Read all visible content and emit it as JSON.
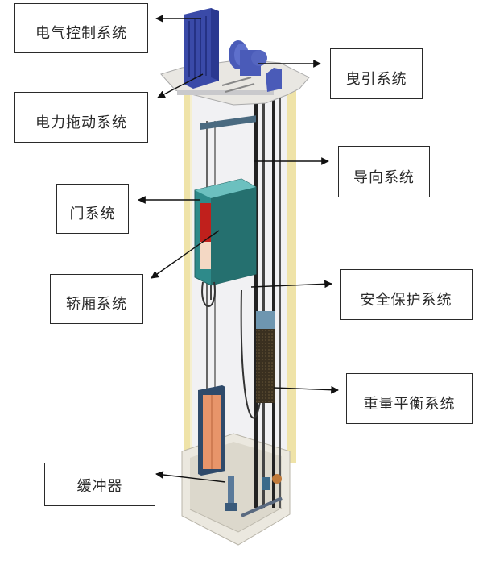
{
  "diagram": {
    "subject": "elevator system components",
    "labels": [
      {
        "id": "electrical-control",
        "text": "电气控制系统",
        "side": "left"
      },
      {
        "id": "power-drive",
        "text": "电力拖动系统",
        "side": "left"
      },
      {
        "id": "door",
        "text": "门系统",
        "side": "left"
      },
      {
        "id": "car",
        "text": "轿厢系统",
        "side": "left"
      },
      {
        "id": "buffer",
        "text": "缓冲器",
        "side": "left"
      },
      {
        "id": "traction",
        "text": "曳引系统",
        "side": "right"
      },
      {
        "id": "guide",
        "text": "导向系统",
        "side": "right"
      },
      {
        "id": "safety",
        "text": "安全保护系统",
        "side": "right"
      },
      {
        "id": "counterweight",
        "text": "重量平衡系统",
        "side": "right"
      }
    ],
    "colors": {
      "control_cabinet": "#3a4aa8",
      "machine": "#4a5bb8",
      "car_body": "#2e8a8a",
      "car_door_red": "#c0201c",
      "counterweight": "#3a3020",
      "shaft_wall": "#f3ecc8",
      "pit": "#e6e2d6",
      "landing_door": "#e8956a"
    }
  }
}
